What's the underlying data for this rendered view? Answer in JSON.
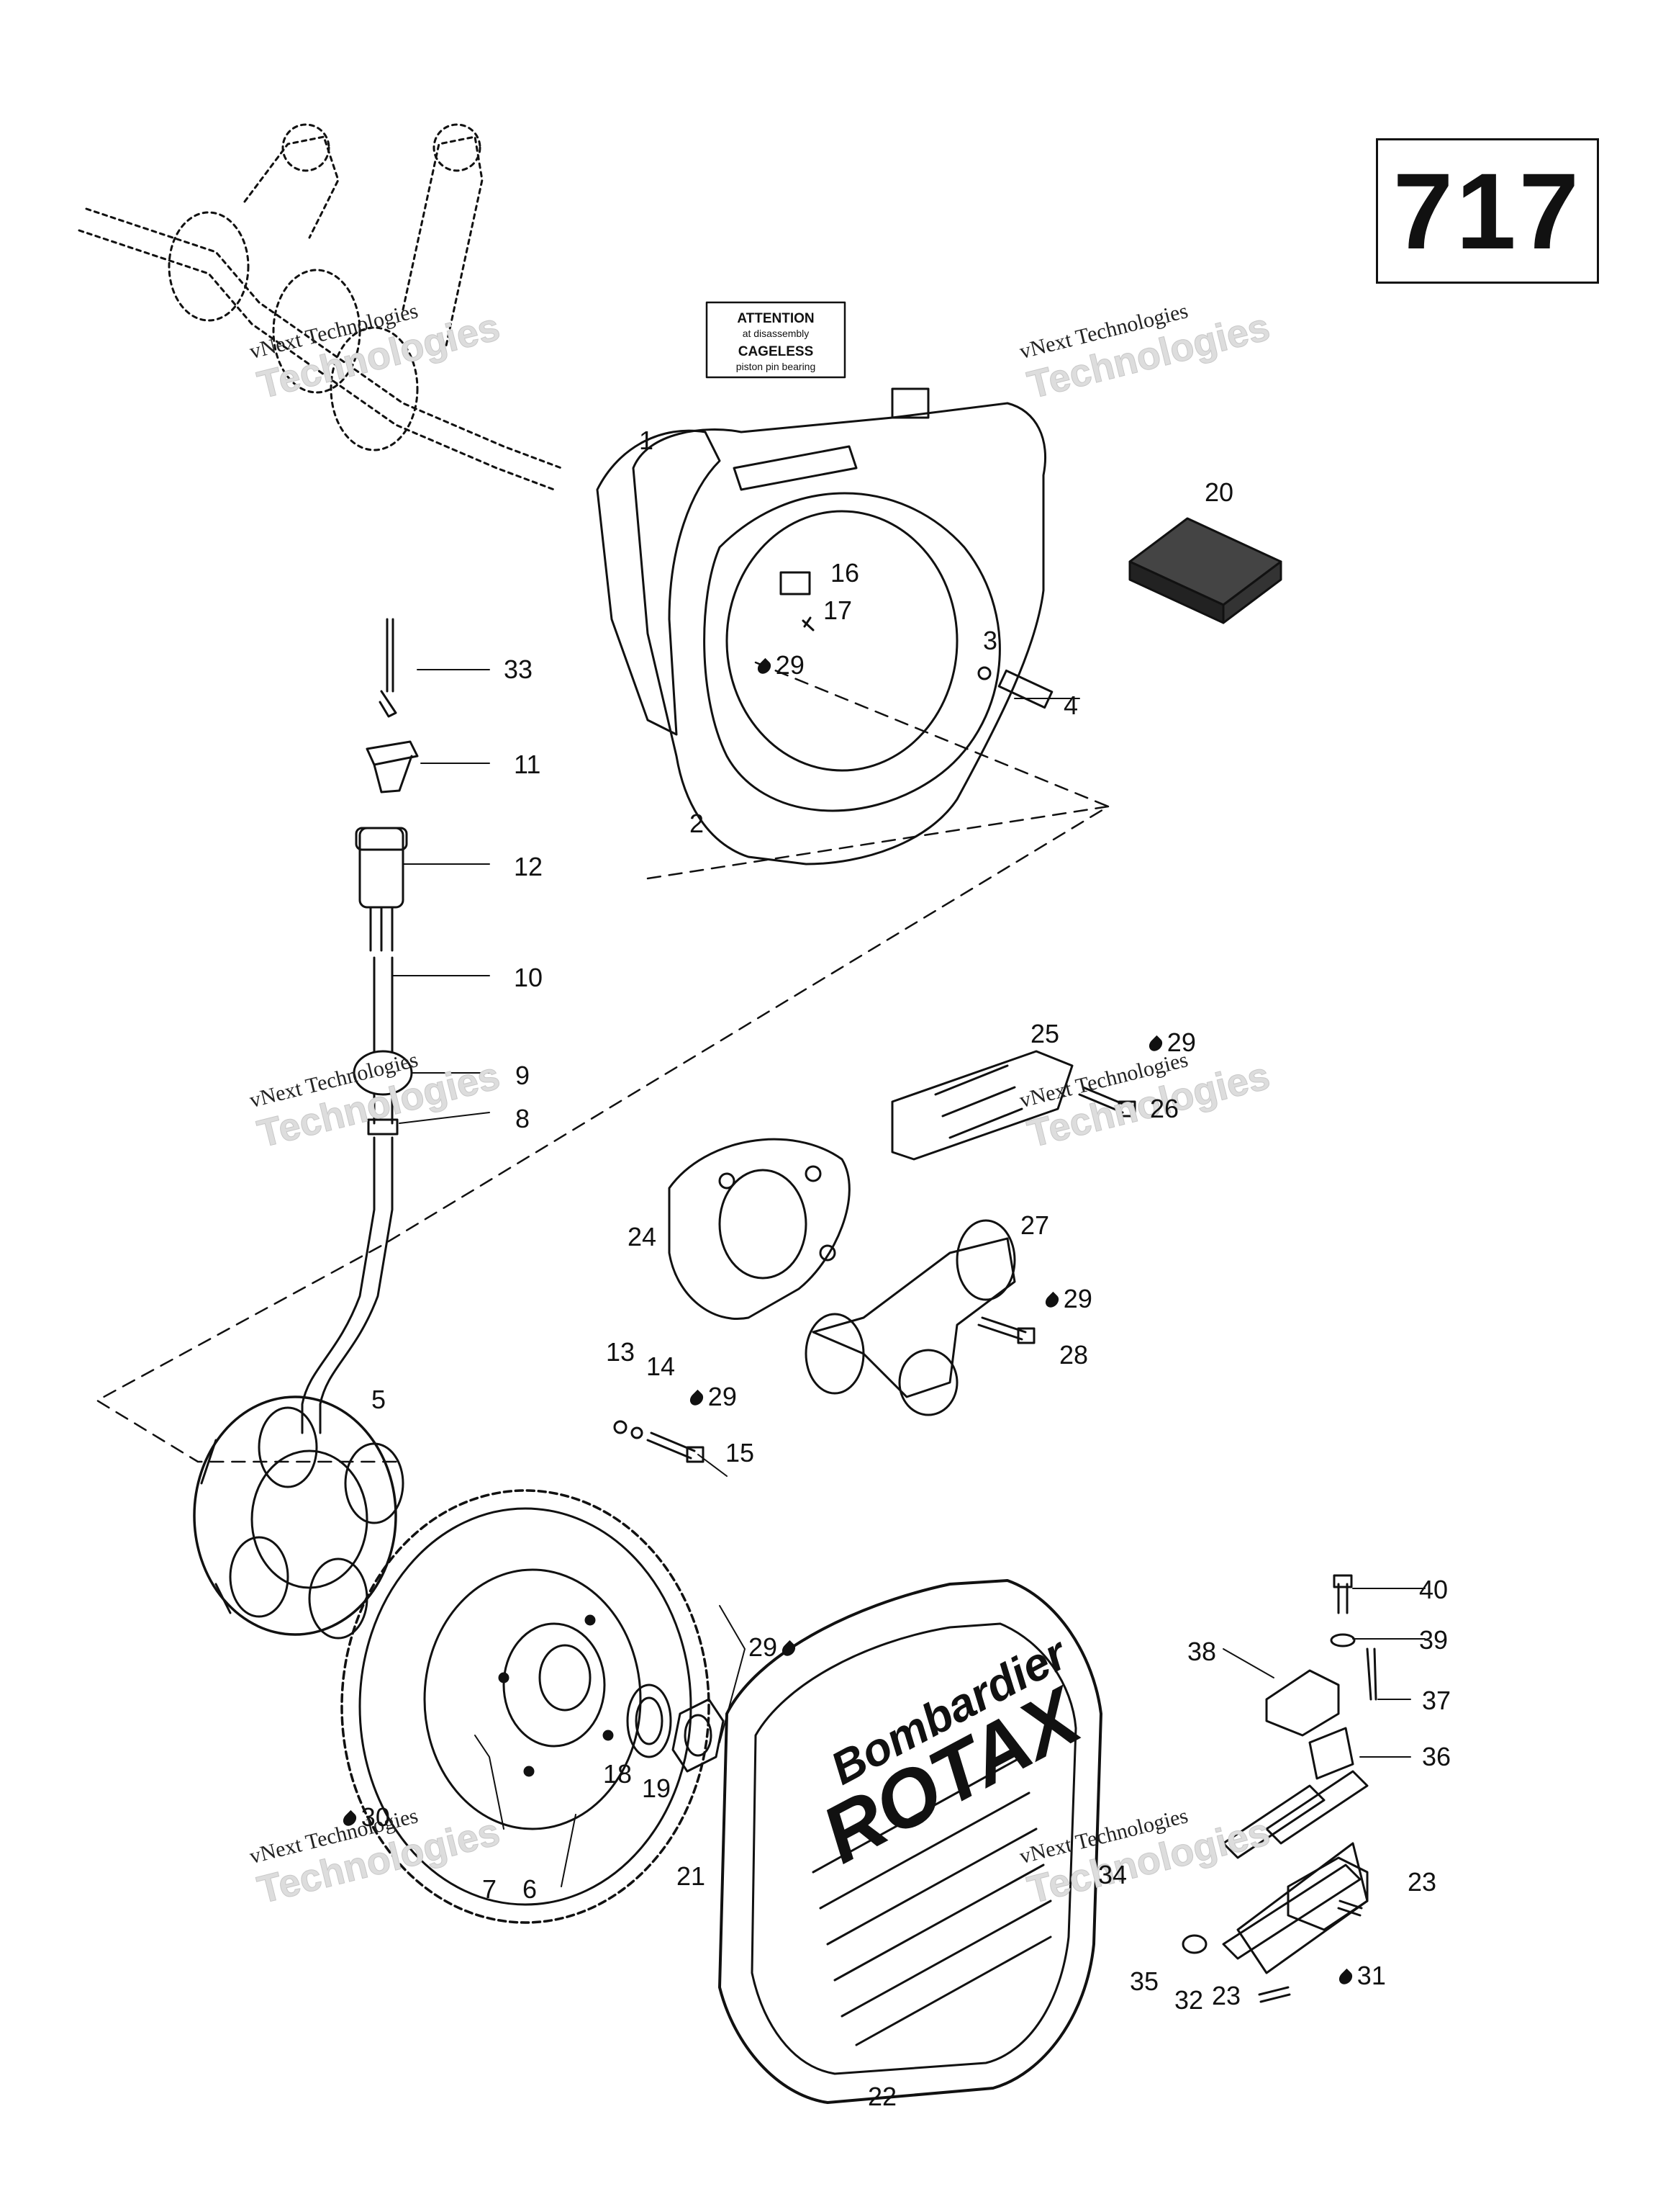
{
  "page_number": "717",
  "warning_label": {
    "line1": "ATTENTION",
    "line2": "at disassembly",
    "line3": "CAGELESS",
    "line4": "piston pin bearing"
  },
  "cover_brand": {
    "line1": "Bombardier",
    "line2": "ROTAX"
  },
  "watermark": {
    "line1": "vNext Technologies",
    "line2": "Technologies"
  },
  "callouts": [
    {
      "id": "c1",
      "label": "1"
    },
    {
      "id": "c2",
      "label": "2"
    },
    {
      "id": "c3",
      "label": "3"
    },
    {
      "id": "c4",
      "label": "4"
    },
    {
      "id": "c5",
      "label": "5"
    },
    {
      "id": "c6",
      "label": "6"
    },
    {
      "id": "c7",
      "label": "7"
    },
    {
      "id": "c8",
      "label": "8"
    },
    {
      "id": "c9",
      "label": "9"
    },
    {
      "id": "c10",
      "label": "10"
    },
    {
      "id": "c11",
      "label": "11"
    },
    {
      "id": "c12",
      "label": "12"
    },
    {
      "id": "c13",
      "label": "13"
    },
    {
      "id": "c14",
      "label": "14"
    },
    {
      "id": "c15",
      "label": "15"
    },
    {
      "id": "c16",
      "label": "16"
    },
    {
      "id": "c17",
      "label": "17"
    },
    {
      "id": "c18",
      "label": "18"
    },
    {
      "id": "c19",
      "label": "19"
    },
    {
      "id": "c20",
      "label": "20"
    },
    {
      "id": "c21",
      "label": "21"
    },
    {
      "id": "c22",
      "label": "22"
    },
    {
      "id": "c23a",
      "label": "23"
    },
    {
      "id": "c23b",
      "label": "23"
    },
    {
      "id": "c24",
      "label": "24"
    },
    {
      "id": "c25",
      "label": "25"
    },
    {
      "id": "c26",
      "label": "26"
    },
    {
      "id": "c27",
      "label": "27"
    },
    {
      "id": "c28",
      "label": "28"
    },
    {
      "id": "c29a",
      "label": "29"
    },
    {
      "id": "c29b",
      "label": "29"
    },
    {
      "id": "c29c",
      "label": "29"
    },
    {
      "id": "c29d",
      "label": "29"
    },
    {
      "id": "c29e",
      "label": "29"
    },
    {
      "id": "c30",
      "label": "30"
    },
    {
      "id": "c31",
      "label": "31"
    },
    {
      "id": "c32",
      "label": "32"
    },
    {
      "id": "c33",
      "label": "33"
    },
    {
      "id": "c34",
      "label": "34"
    },
    {
      "id": "c35",
      "label": "35"
    },
    {
      "id": "c36",
      "label": "36"
    },
    {
      "id": "c37",
      "label": "37"
    },
    {
      "id": "c38",
      "label": "38"
    },
    {
      "id": "c39",
      "label": "39"
    },
    {
      "id": "c40",
      "label": "40"
    }
  ]
}
